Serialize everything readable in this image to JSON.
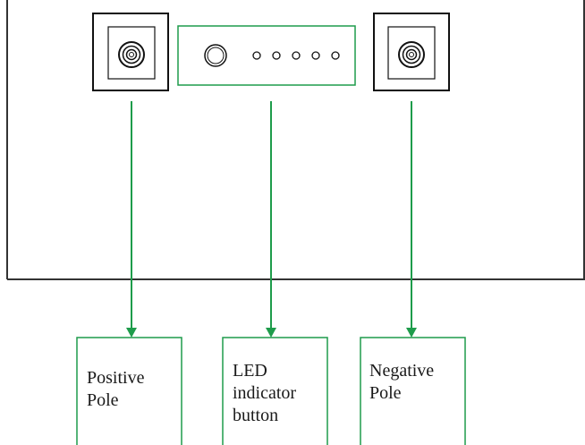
{
  "colors": {
    "panel_outline": "#333333",
    "connector": "#1e9c4b",
    "terminal_outline": "#111111"
  },
  "components": {
    "positive_terminal": {
      "icon": "terminal-post-icon"
    },
    "led_panel": {
      "button_icon": "round-button-icon",
      "led_count": 5
    },
    "negative_terminal": {
      "icon": "terminal-post-icon"
    }
  },
  "labels": {
    "positive": [
      "Positive",
      "Pole"
    ],
    "led": [
      "LED",
      "indicator",
      "button"
    ],
    "negative": [
      "Negative",
      "Pole"
    ]
  }
}
